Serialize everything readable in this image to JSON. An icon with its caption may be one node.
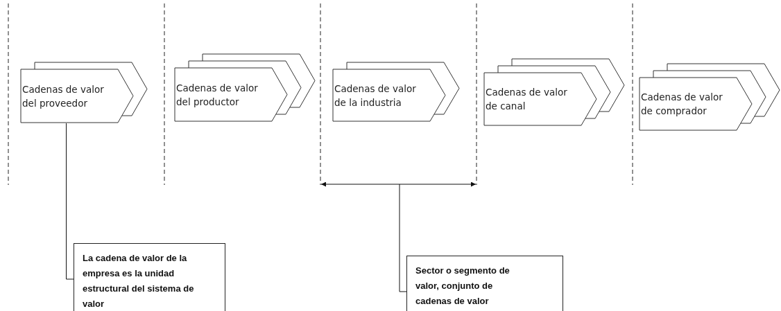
{
  "diagram": {
    "nodes": [
      {
        "text": [
          "Cadenas de valor del proveedor"
        ]
      },
      {
        "text": [
          "Cadenas de valor del productor"
        ]
      },
      {
        "text": [
          "Cadenas de valor de la industria"
        ]
      },
      {
        "text": [
          "Cadenas de valor de canal"
        ]
      },
      {
        "text": [
          "Cadenas de valor de comprador"
        ]
      },
      {
        "text": [
          "La cadena de valor de la empresa es la unidad estructural del sistema de valor"
        ]
      },
      {
        "text": [
          "Sector o segmento de valor, conjunto de cadenas de valor"
        ]
      }
    ],
    "edges": [
      {
        "from": 5,
        "to": 0,
        "arrow": "none"
      },
      {
        "from": 6,
        "to": null,
        "arrow": "none"
      }
    ]
  }
}
